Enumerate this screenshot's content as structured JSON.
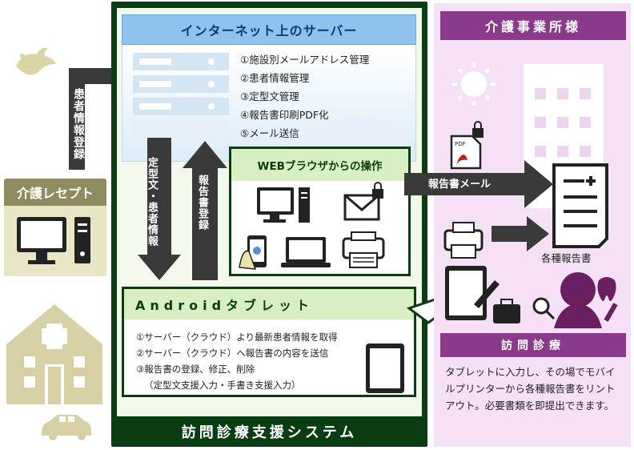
{
  "server": {
    "title": "インターネット上のサーバー",
    "functions": [
      "①施設別メールアドレス管理",
      "②患者情報管理",
      "③定型文管理",
      "④報告書印刷PDF化",
      "⑤メール送信"
    ]
  },
  "left": {
    "register_label": "患者情報登録",
    "kaigo_label": "介護レセプト"
  },
  "center": {
    "down_label": "定型文・患者情報",
    "up_label": "報告書登録",
    "web_title": "WEBブラウザからの操作",
    "android_title": "Androidタブレット",
    "android_items": [
      "①サーバー（クラウド）より最新患者情報を取得",
      "②サーバー（クラウド）へ報告書の内容を送信",
      "③報告書の登録、修正、削除",
      "（定型文支援入力・手書き支援入力）"
    ],
    "system_title": "訪問診療支援システム"
  },
  "right": {
    "title": "介護事業所様",
    "mail_label": "報告書メール",
    "report_label": "各種報告書",
    "houmon_title": "訪問診療",
    "houmon_desc": "タブレットに入力し、その場でモバイルプリンターから各種報告書をリントアウト。必要書類を即提出できます。"
  },
  "colors": {
    "system_dark_green": "#0b3d12",
    "server_blue": "#8fc3ee",
    "android_green": "#d8efc4",
    "purple": "#8a3a8a",
    "pink_bg": "#f6e0f6",
    "olive": "#8f8a60"
  }
}
